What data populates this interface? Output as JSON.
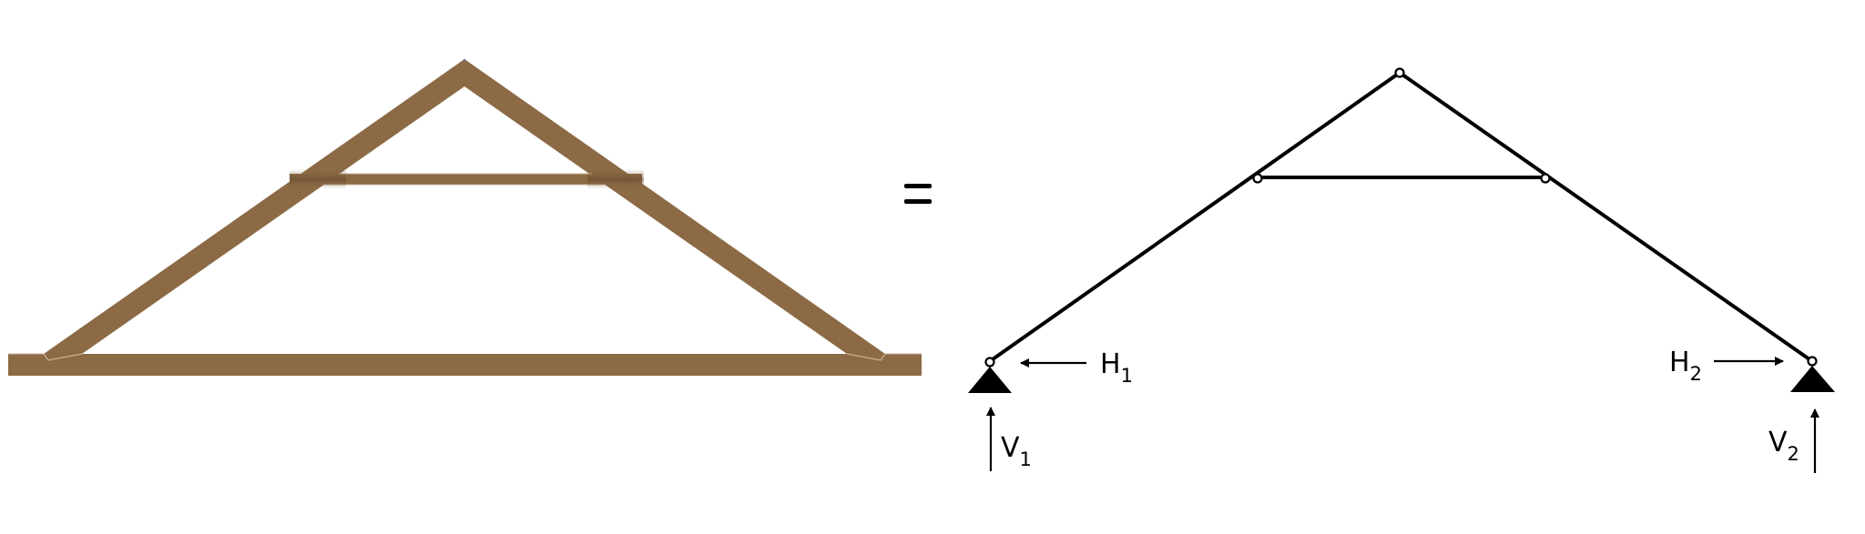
{
  "figure": {
    "description": "Collar-tie roof truss: physical timber model equals structural pin-jointed model with support reactions",
    "equals_sign": "=",
    "colors": {
      "timber": "#8B6A45",
      "timber_shadow": "#6E5233",
      "timber_edge": "#C9B49A",
      "line": "#000000",
      "background": "#FFFFFF"
    }
  },
  "timber_model": {
    "members": [
      "left-rafter",
      "right-rafter",
      "collar-tie",
      "tie-beam"
    ]
  },
  "structural_model": {
    "nodes": [
      {
        "id": "left-support",
        "type": "pin-support"
      },
      {
        "id": "collar-left",
        "type": "hinge"
      },
      {
        "id": "apex",
        "type": "hinge"
      },
      {
        "id": "collar-right",
        "type": "hinge"
      },
      {
        "id": "right-support",
        "type": "pin-support"
      }
    ],
    "reactions": {
      "h1": {
        "symbol": "H",
        "subscript": "1",
        "direction": "left"
      },
      "v1": {
        "symbol": "V",
        "subscript": "1",
        "direction": "up"
      },
      "h2": {
        "symbol": "H",
        "subscript": "2",
        "direction": "right"
      },
      "v2": {
        "symbol": "V",
        "subscript": "2",
        "direction": "up"
      }
    }
  }
}
